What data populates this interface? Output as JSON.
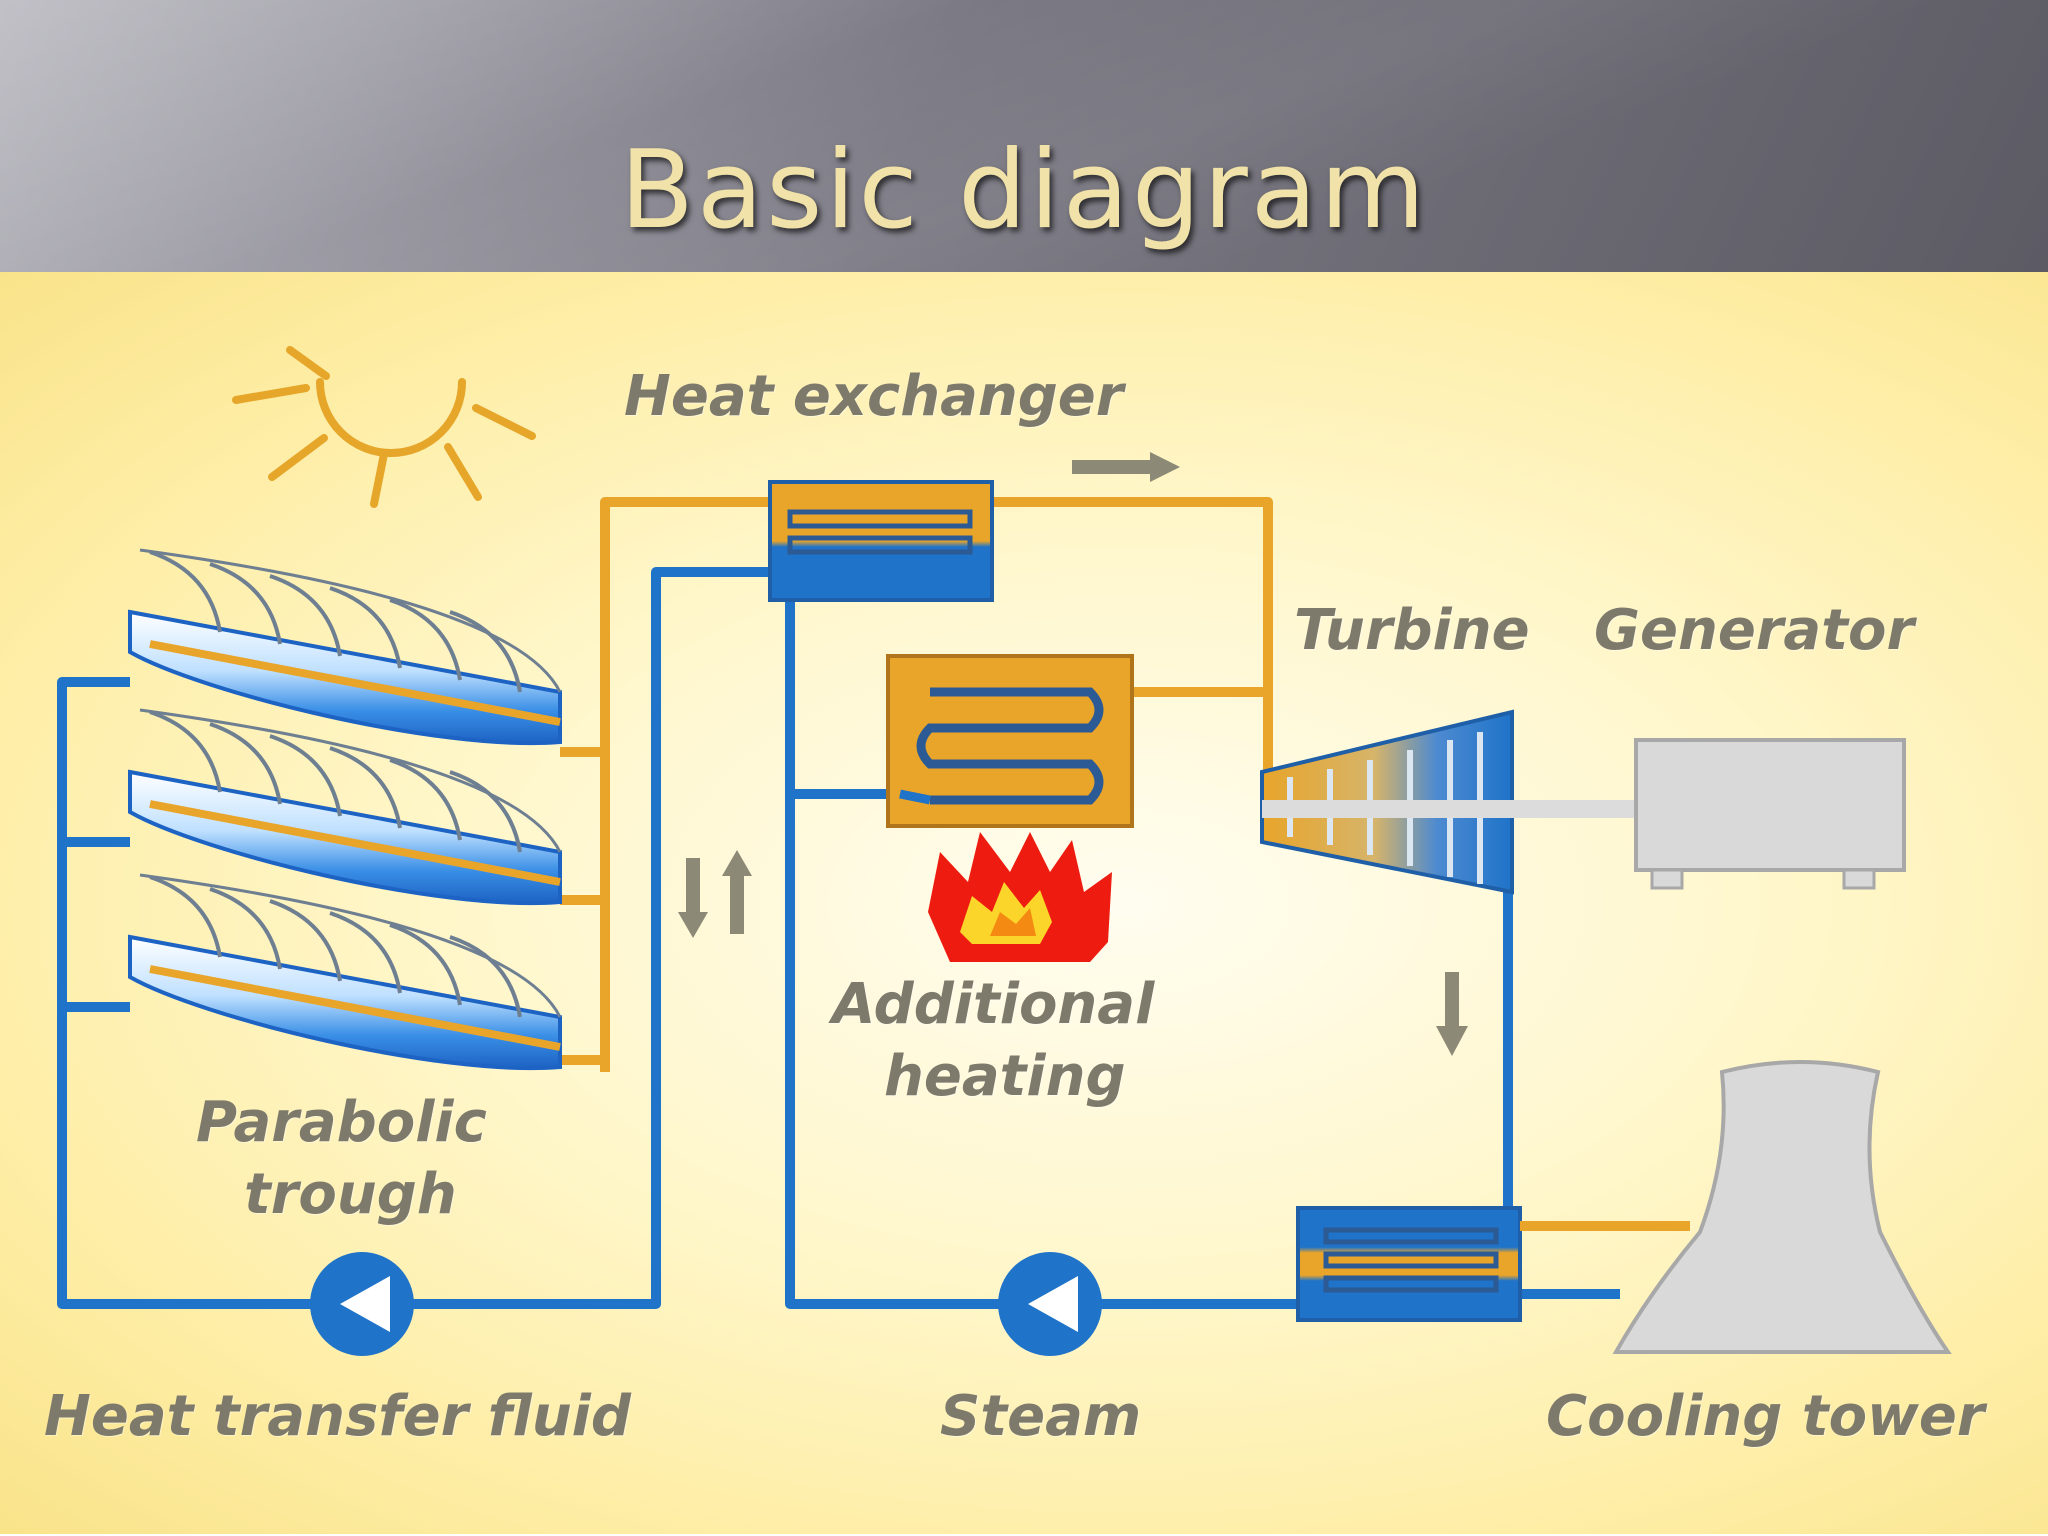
{
  "slide": {
    "title": "Basic diagram"
  },
  "diagram": {
    "labels": {
      "heat_exchanger": "Heat exchanger",
      "turbine": "Turbine",
      "generator": "Generator",
      "additional_heating_line1": "Additional",
      "additional_heating_line2": "heating",
      "parabolic_trough_line1": "Parabolic",
      "parabolic_trough_line2": "trough",
      "heat_transfer_fluid": "Heat transfer fluid",
      "steam": "Steam",
      "cooling_tower": "Cooling tower"
    },
    "colors": {
      "hot_pipe": "#e8a52a",
      "cold_pipe": "#1f73c9",
      "label": "#7d7a6c",
      "flame_red": "#ee1c10",
      "flame_yellow": "#fcd52a",
      "equipment_gray": "#d9d9d9"
    }
  }
}
